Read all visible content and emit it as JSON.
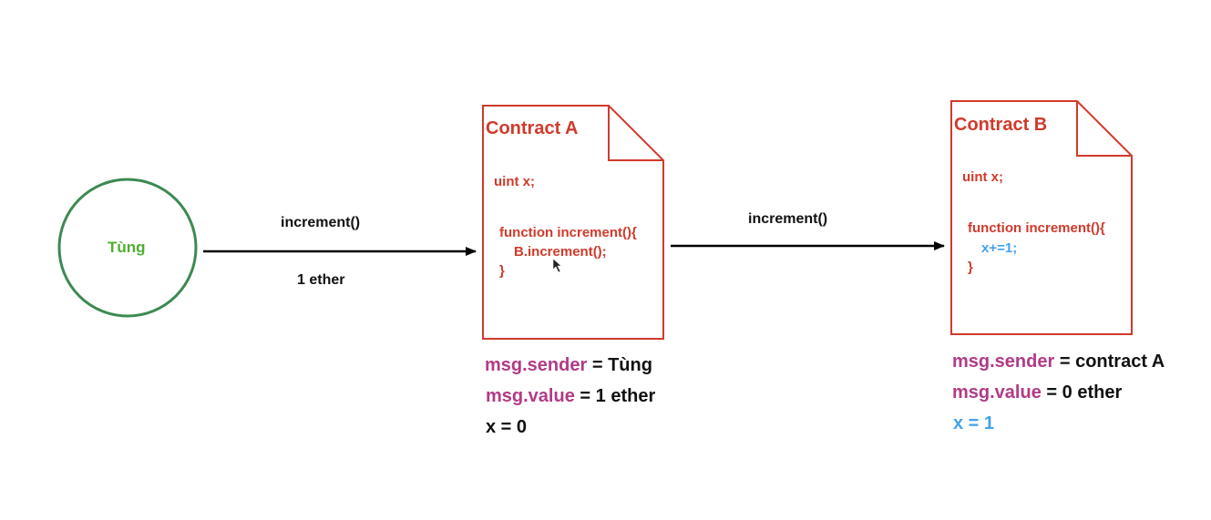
{
  "actor": {
    "name": "Tùng"
  },
  "arrow1": {
    "label_top": "increment()",
    "label_bottom": "1 ether"
  },
  "arrow2": {
    "label_top": "increment()"
  },
  "contract_a": {
    "title": "Contract A",
    "line1": "uint x;",
    "line2": "function increment(){",
    "line3": "B.increment();",
    "line4": "}",
    "sender_key": "msg.sender",
    "sender_eq": "=",
    "sender_val": "Tùng",
    "value_key": "msg.value",
    "value_eq": "=",
    "value_val": "1 ether",
    "state": "x = 0"
  },
  "contract_b": {
    "title": "Contract B",
    "line1": "uint x;",
    "line2": "function increment(){",
    "line3": "x+=1;",
    "line4": "}",
    "sender_key": "msg.sender",
    "sender_eq": "=",
    "sender_val": "contract A",
    "value_key": "msg.value",
    "value_eq": "=",
    "value_val": "0 ether",
    "state": "x = 1"
  },
  "colors": {
    "actor": "#3c8a52",
    "contract": "#d03a2b",
    "key": "#b23a86",
    "highlight": "#43a3e8"
  }
}
